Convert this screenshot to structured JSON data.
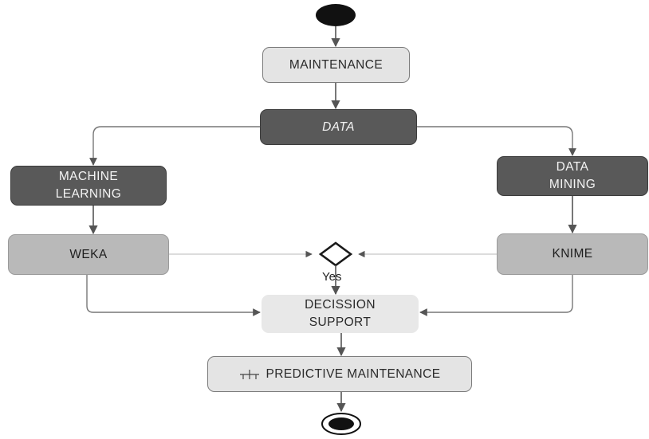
{
  "nodes": {
    "maintenance": "MAINTENANCE",
    "data": "DATA",
    "machine_learning": "MACHINE\nLEARNING",
    "data_mining": "DATA\nMINING",
    "weka": "WEKA",
    "knime": "KNIME",
    "decision_support": "DECISSION\nSUPPORT",
    "predictive_maintenance": "PREDICTIVE MAINTENANCE"
  },
  "edge_labels": {
    "yes": "Yes"
  },
  "icons": {
    "predictive_maintenance": "rake-subactivity-icon"
  },
  "colors": {
    "dark_node": "#595959",
    "mid_node": "#b9b9b9",
    "light_node": "#e4e4e4",
    "connector": "#7a7a7a"
  }
}
